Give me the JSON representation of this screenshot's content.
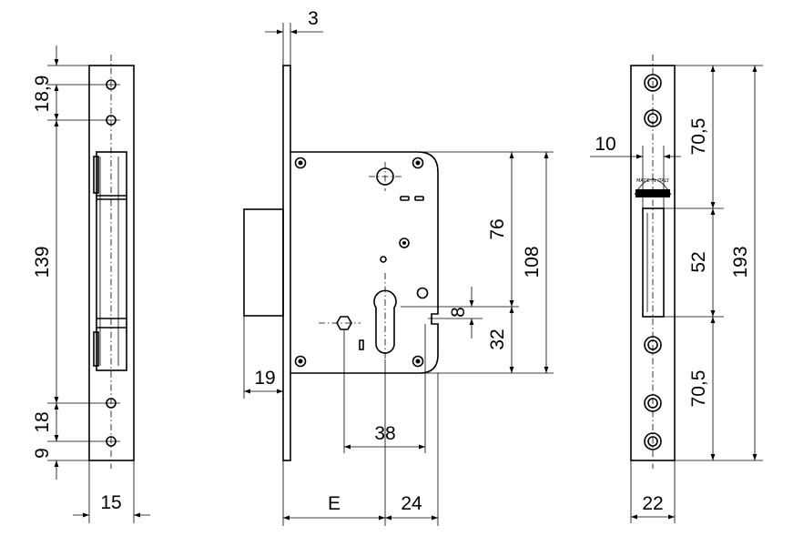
{
  "left_view": {
    "dims": {
      "d18_9": "18,9",
      "d139": "139",
      "d18": "18",
      "d9": "9",
      "d15": "15"
    }
  },
  "middle_view": {
    "dims": {
      "d3": "3",
      "d76": "76",
      "d108": "108",
      "d8": "8",
      "d32": "32",
      "d19": "19",
      "d38": "38",
      "dE": "E",
      "d24": "24"
    }
  },
  "right_view": {
    "dims": {
      "d10": "10",
      "d70_5_top": "70,5",
      "d52": "52",
      "d70_5_bottom": "70,5",
      "d193": "193",
      "d22": "22"
    },
    "stamp": "MADE IN ITALY"
  }
}
